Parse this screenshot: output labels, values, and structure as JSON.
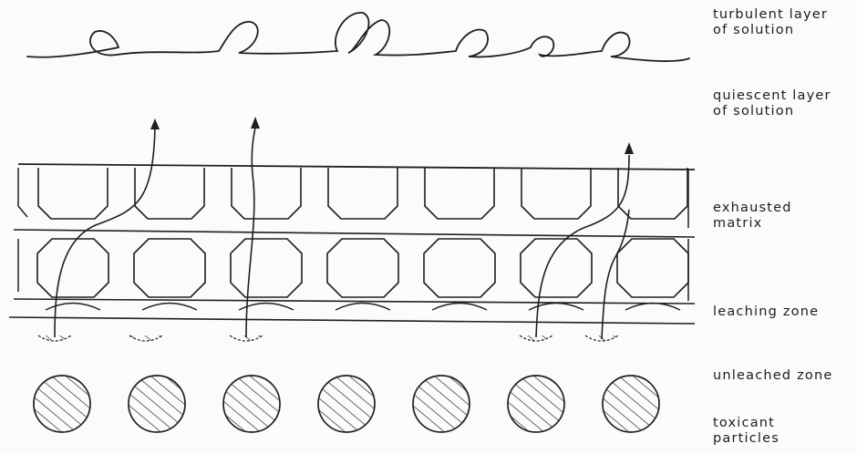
{
  "labels": {
    "turbulent": [
      "turbulent layer",
      "of solution"
    ],
    "quiescent": [
      "quiescent layer",
      "of solution"
    ],
    "exhausted": [
      "exhausted",
      "matrix"
    ],
    "leaching": [
      "leaching zone"
    ],
    "unleached": [
      "unleached zone"
    ],
    "toxicant": [
      "toxicant",
      "particles"
    ]
  },
  "colors": {
    "ink": "#1f1f1f",
    "background": "#fbfbfa"
  },
  "structure": {
    "matrix_columns": 7,
    "matrix_rows": 3,
    "toxicant_particle_count": 7,
    "diffusion_path_count": 4,
    "icons": [
      "turbulence-curl",
      "diffusion-arrow",
      "matrix-cell",
      "hatched-particle"
    ]
  }
}
